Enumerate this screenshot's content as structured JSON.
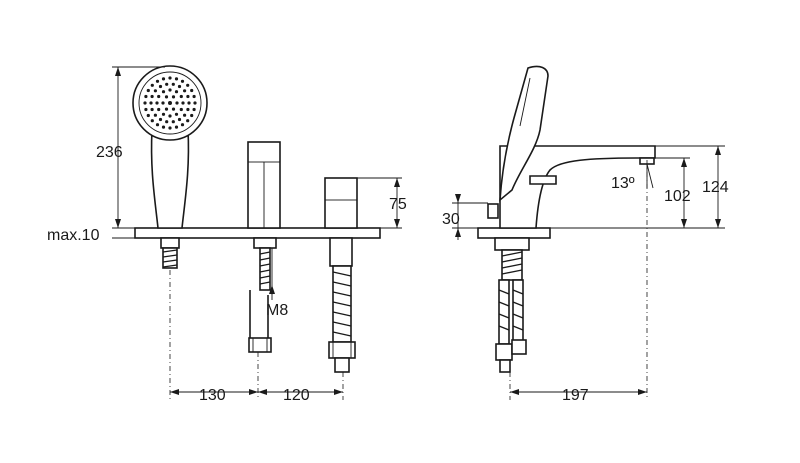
{
  "dimensions": {
    "handshower_height": "236",
    "deck_thickness": "max.10",
    "valve_height": "75",
    "thread_size": "M8",
    "spacing_left": "130",
    "spacing_right": "120",
    "lever_height": "30",
    "spray_angle": "13º",
    "spout_outlet_height": "102",
    "spout_total_height": "124",
    "spout_reach": "197"
  }
}
